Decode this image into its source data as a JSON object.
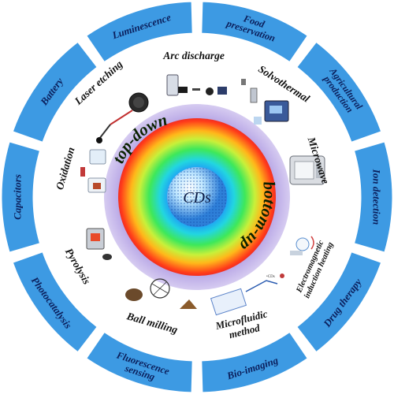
{
  "center_label": "CDs",
  "inner_arcs": {
    "top": "top-down",
    "bottom": "bottom-up"
  },
  "methods": [
    "Arc discharge",
    "Solvothermal",
    "Microwave",
    "Electromagnetic induction heating",
    "Microfluidic method",
    "Ball milling",
    "Pyrolysis",
    "Oxidation",
    "Laser etching"
  ],
  "applications": [
    {
      "lines": [
        "Food",
        "preservation"
      ]
    },
    {
      "lines": [
        "Agricultural",
        "production"
      ]
    },
    {
      "lines": [
        "Ion detection"
      ]
    },
    {
      "lines": [
        "Drug therapy"
      ]
    },
    {
      "lines": [
        "Bio-imaging"
      ]
    },
    {
      "lines": [
        "Fluorescence",
        "sensing"
      ]
    },
    {
      "lines": [
        "Photocatalysis"
      ]
    },
    {
      "lines": [
        "Capacitors"
      ]
    },
    {
      "lines": [
        "Battery"
      ]
    },
    {
      "lines": [
        "Luminescence"
      ]
    }
  ],
  "colors": {
    "segment": "#3d9ae3",
    "segment_text": "#0b1f5c",
    "arc_text": "#0a2200"
  }
}
